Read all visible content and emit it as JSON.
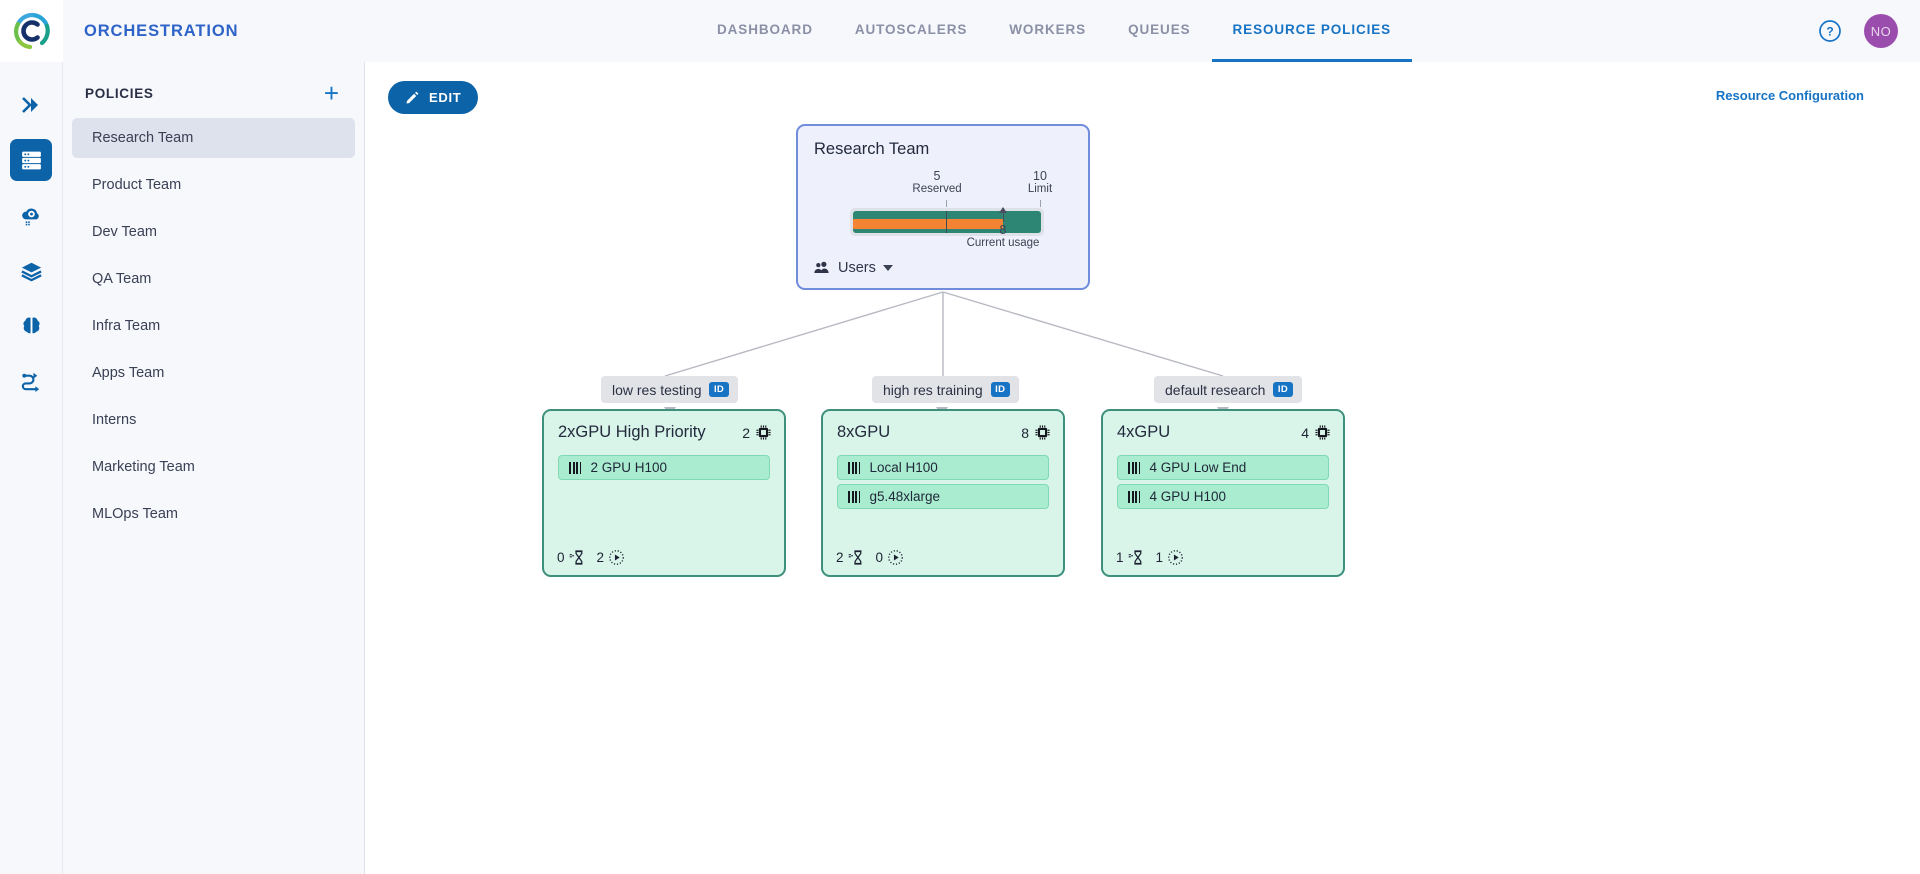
{
  "header": {
    "app_title": "ORCHESTRATION",
    "logo_icon": "cloud-c-logo",
    "nav": [
      {
        "label": "DASHBOARD",
        "active": false
      },
      {
        "label": "AUTOSCALERS",
        "active": false
      },
      {
        "label": "WORKERS",
        "active": false
      },
      {
        "label": "QUEUES",
        "active": false
      },
      {
        "label": "RESOURCE POLICIES",
        "active": true
      }
    ],
    "help_icon": "help-circle-icon",
    "avatar_initials": "NO",
    "accent_color": "#1773c4",
    "avatar_color": "#9b4dae"
  },
  "rail": {
    "items": [
      {
        "icon": "double-chevron-right-icon",
        "active": false
      },
      {
        "icon": "server-rack-icon",
        "active": true
      },
      {
        "icon": "cloud-gear-icon",
        "active": false
      },
      {
        "icon": "layers-stack-icon",
        "active": false
      },
      {
        "icon": "brain-icon",
        "active": false
      },
      {
        "icon": "workflow-routes-icon",
        "active": false
      }
    ]
  },
  "sidebar": {
    "title": "POLICIES",
    "add_icon": "plus-icon",
    "items": [
      {
        "label": "Research Team",
        "active": true
      },
      {
        "label": "Product Team",
        "active": false
      },
      {
        "label": "Dev Team",
        "active": false
      },
      {
        "label": "QA Team",
        "active": false
      },
      {
        "label": "Infra Team",
        "active": false
      },
      {
        "label": "Apps Team",
        "active": false
      },
      {
        "label": "Interns",
        "active": false
      },
      {
        "label": "Marketing Team",
        "active": false
      },
      {
        "label": "MLOps Team",
        "active": false
      }
    ]
  },
  "toolbar": {
    "edit_label": "EDIT",
    "edit_icon": "pencil-icon",
    "resource_config_label": "Resource Configuration"
  },
  "graph": {
    "parent": {
      "title": "Research Team",
      "reserved_value": "5",
      "reserved_label": "Reserved",
      "limit_value": "10",
      "limit_label": "Limit",
      "current_usage_value": "8",
      "current_usage_label": "Current usage",
      "users_label": "Users",
      "users_icon": "users-group-icon",
      "caret_icon": "chevron-down-icon",
      "bar_color": "#2d8674",
      "usage_color": "#f58334",
      "border_color": "#6f8ddb",
      "fill_color": "#eef1fc"
    },
    "queues": [
      {
        "label": "low res testing",
        "badge": "ID"
      },
      {
        "label": "high res training",
        "badge": "ID"
      },
      {
        "label": "default research",
        "badge": "ID"
      }
    ],
    "nodes": [
      {
        "title": "2xGPU High Priority",
        "gpu_count": "2",
        "gpu_icon": "cpu-chip-icon",
        "resources": [
          {
            "label": "2 GPU H100",
            "icon": "bars-icon"
          }
        ],
        "pending": "0",
        "pending_icon": "hourglass-icon",
        "running": "2",
        "running_icon": "play-dotted-icon"
      },
      {
        "title": "8xGPU",
        "gpu_count": "8",
        "gpu_icon": "cpu-chip-icon",
        "resources": [
          {
            "label": "Local H100",
            "icon": "bars-icon"
          },
          {
            "label": "g5.48xlarge",
            "icon": "bars-icon"
          }
        ],
        "pending": "2",
        "pending_icon": "hourglass-icon",
        "running": "0",
        "running_icon": "play-dotted-icon"
      },
      {
        "title": "4xGPU",
        "gpu_count": "4",
        "gpu_icon": "cpu-chip-icon",
        "resources": [
          {
            "label": "4 GPU Low End",
            "icon": "bars-icon"
          },
          {
            "label": "4 GPU H100",
            "icon": "bars-icon"
          }
        ],
        "pending": "1",
        "pending_icon": "hourglass-icon",
        "running": "1",
        "running_icon": "play-dotted-icon"
      }
    ]
  }
}
